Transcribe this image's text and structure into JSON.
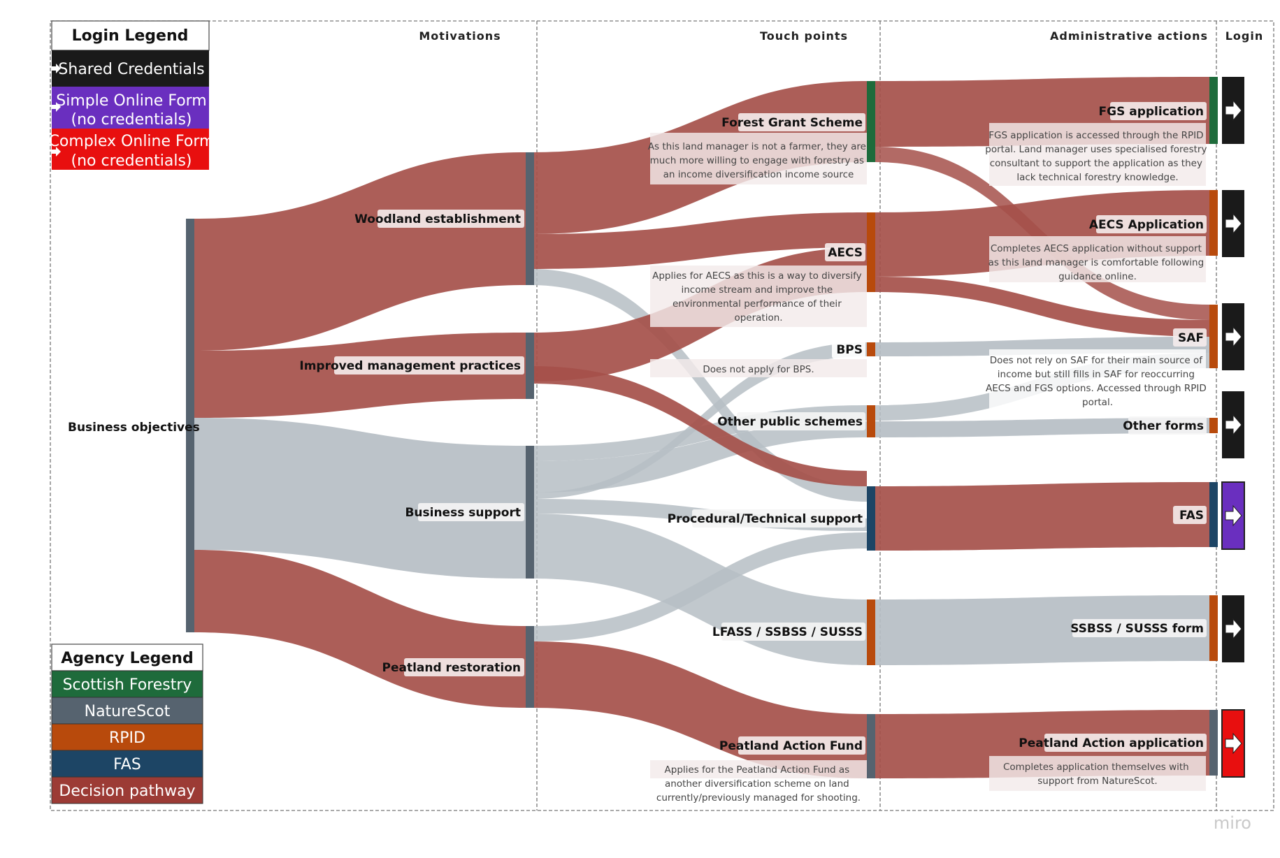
{
  "columns": {
    "motivations": "Motivations",
    "touch_points": "Touch points",
    "admin": "Administrative actions",
    "login": "Login"
  },
  "root": "Business objectives",
  "motivations": {
    "woodland": "Woodland establishment",
    "improved": "Improved management practices",
    "business": "Business support",
    "peatland": "Peatland restoration"
  },
  "touch_points": {
    "fgs": "Forest Grant Scheme",
    "aecs": "AECS",
    "bps": "BPS",
    "other": "Other public schemes",
    "proc": "Procedural/Technical support",
    "lfass": "LFASS / SSBSS / SUSSS",
    "paf": "Peatland Action Fund"
  },
  "admin_actions": {
    "fgs": "FGS application",
    "aecs": "AECS Application",
    "saf": "SAF",
    "other": "Other forms",
    "fas": "FAS",
    "ssbss": "SSBSS / SUSSS form",
    "paf": "Peatland Action application"
  },
  "notes": {
    "fgs_tp": [
      "As this land manager is not a farmer, they are",
      "much more willing to engage with forestry as",
      "an income diversification income source"
    ],
    "aecs_tp": [
      "Applies for AECS as this is a way to diversify",
      "income stream and improve the",
      "environmental performance of their",
      "operation."
    ],
    "bps_tp": [
      "Does not apply for BPS."
    ],
    "paf_tp": [
      "Applies for the Peatland Action Fund as",
      "another diversification scheme on land",
      "currently/previously  managed for shooting."
    ],
    "fgs_aa": [
      "FGS application is accessed through the RPID",
      "portal. Land manager uses specialised forestry",
      "consultant to support the application as they",
      "lack technical forestry knowledge."
    ],
    "aecs_aa": [
      "Completes AECS application without support",
      "as this land manager is comfortable following",
      "guidance online."
    ],
    "saf_aa": [
      "Does not rely on SAF for their main source of",
      "income but still fills in SAF for reoccurring",
      "AECS and FGS options. Accessed through RPID",
      "portal."
    ],
    "paf_aa": [
      "Completes application themselves with",
      "support from NatureScot."
    ]
  },
  "login_legend": {
    "title": "Login Legend",
    "shared": "Shared Credentials",
    "simple_1": "Simple Online Form",
    "simple_2": "(no credentials)",
    "complex_1": "Complex Online Form",
    "complex_2": "(no credentials)"
  },
  "agency_legend": {
    "title": "Agency Legend",
    "sf": "Scottish Forestry",
    "ns": "NatureScot",
    "rpid": "RPID",
    "fas": "FAS",
    "dp": "Decision pathway"
  },
  "watermark": "miro",
  "colors": {
    "decision": "#a5504a",
    "grey": "#b6bec4",
    "scottish_forestry": "#1e6b3b",
    "naturescot": "#56636f",
    "rpid": "#b84a0c",
    "fas": "#1d4565",
    "shared": "#1a1a1a",
    "simple": "#6a2fbf",
    "complex": "#e80f0f"
  },
  "icons": {
    "login_arrow": "right-arrow-icon"
  }
}
